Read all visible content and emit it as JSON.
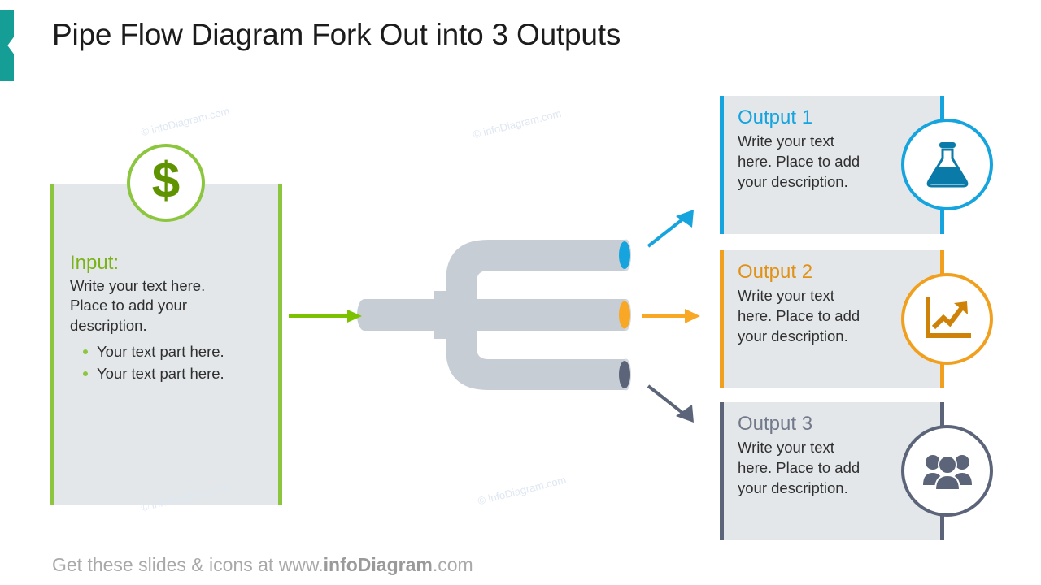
{
  "title": "Pipe Flow Diagram Fork Out into 3 Outputs",
  "accent_color": "#149e96",
  "input": {
    "icon": "dollar-icon",
    "icon_symbol": "$",
    "accent_color": "#8cc63e",
    "heading": "Input:",
    "body_lines": [
      "Write your text here.",
      "Place to add your",
      "description."
    ],
    "bullets": [
      "Your text part here.",
      "Your text part here."
    ]
  },
  "pipe": {
    "body_color": "#c6cdd4",
    "inlet_arrow_color": "#7cc200",
    "outlet_caps": [
      {
        "name": "pipe-cap-1",
        "color": "#15a4dd"
      },
      {
        "name": "pipe-cap-2",
        "color": "#f9a825"
      },
      {
        "name": "pipe-cap-3",
        "color": "#5b6478"
      }
    ]
  },
  "arrows": {
    "input": {
      "name": "input-arrow",
      "color": "#7cc200"
    },
    "output_1": {
      "name": "output-1-arrow",
      "color": "#15a4dd"
    },
    "output_2": {
      "name": "output-2-arrow",
      "color": "#f9a825"
    },
    "output_3": {
      "name": "output-3-arrow",
      "color": "#5b6478"
    }
  },
  "outputs": [
    {
      "id": "output-1",
      "heading": "Output 1",
      "body_lines": [
        "Write your text",
        "here. Place to add",
        "your description."
      ],
      "color": "#15a4dd",
      "icon": "flask-icon"
    },
    {
      "id": "output-2",
      "heading": "Output 2",
      "body_lines": [
        "Write your text",
        "here. Place to add",
        "your description."
      ],
      "color": "#f0a01e",
      "icon": "growth-chart-icon"
    },
    {
      "id": "output-3",
      "heading": "Output 3",
      "body_lines": [
        "Write your text",
        "here. Place to add",
        "your description."
      ],
      "color": "#5b6478",
      "icon": "people-group-icon"
    }
  ],
  "footer": {
    "prefix": "Get these slides & icons at www.",
    "brand": "infoDiagram",
    "suffix": ".com"
  },
  "watermark": "© infoDiagram.com"
}
